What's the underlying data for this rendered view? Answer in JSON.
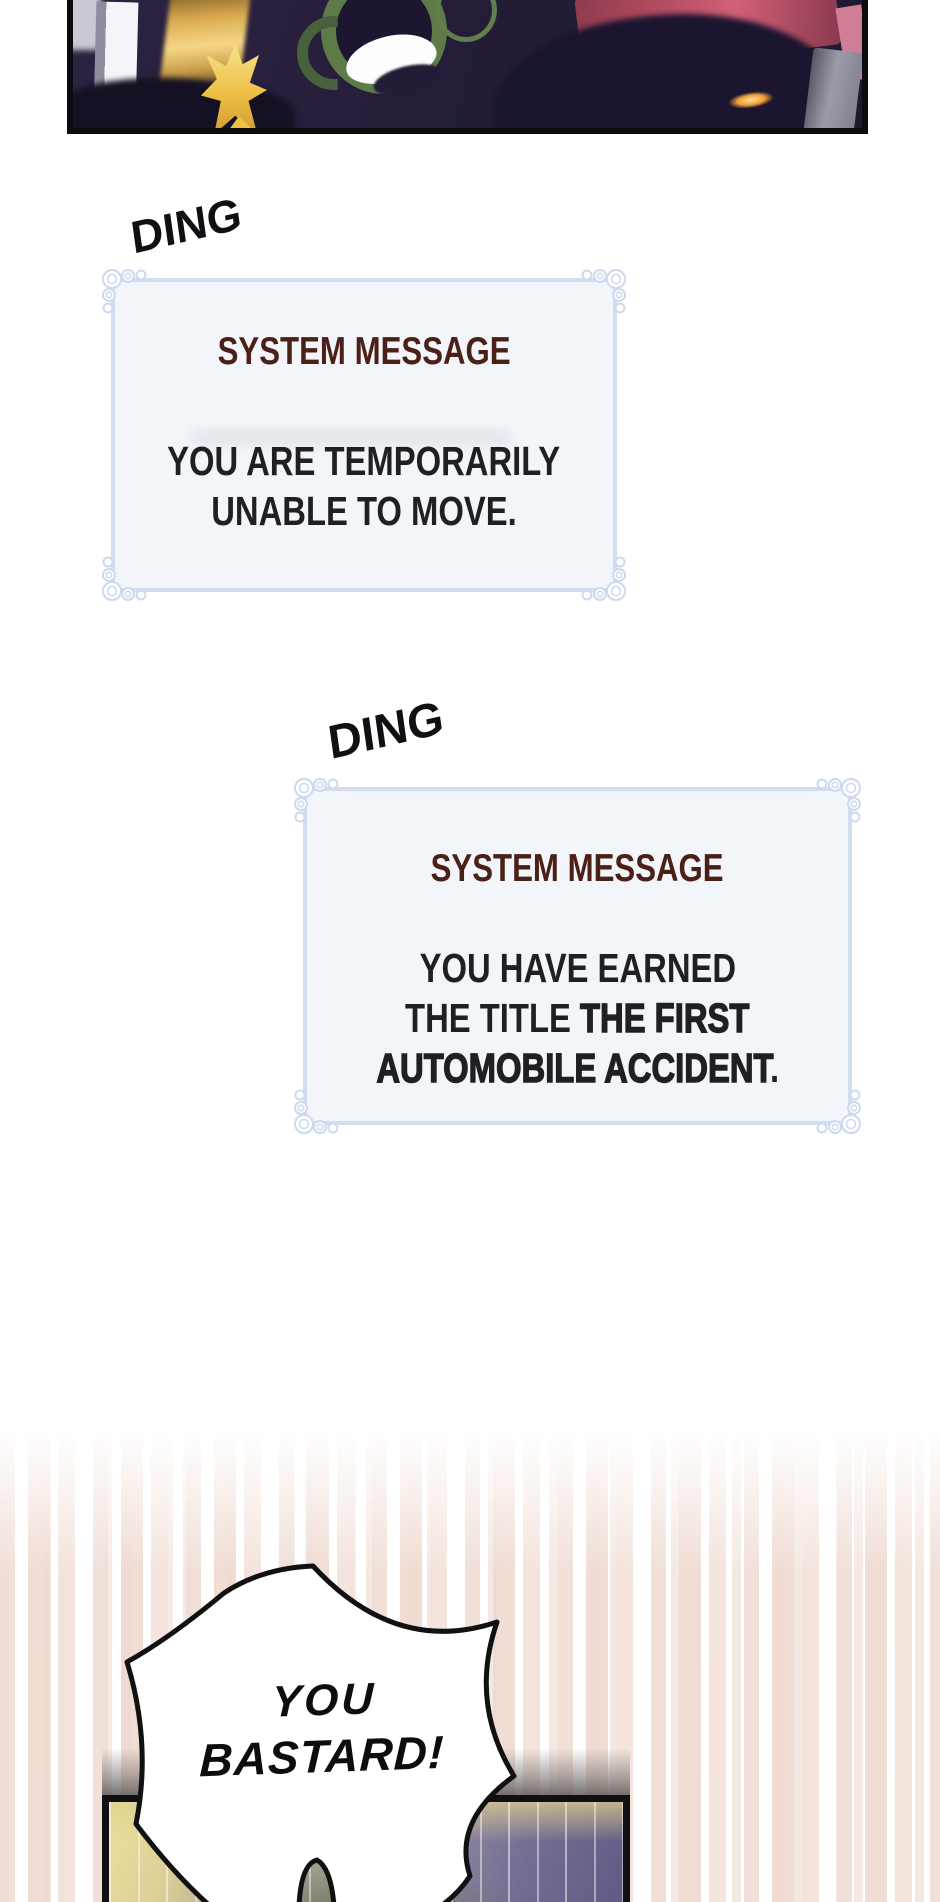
{
  "sfx": [
    {
      "text": "DING"
    },
    {
      "text": "DING"
    }
  ],
  "system_boxes": [
    {
      "title": "SYSTEM MESSAGE",
      "line1": "YOU ARE TEMPORARILY",
      "line2": "UNABLE TO MOVE."
    },
    {
      "title": "SYSTEM MESSAGE",
      "line1": "YOU HAVE EARNED",
      "line2_pre": "THE TITLE ",
      "line2_bold": "THE FIRST",
      "line3_bold": "AUTOMOBILE ACCIDENT",
      "line3_post": "."
    }
  ],
  "speech_bubble": {
    "line1": "YOU",
    "line2": "BASTARD!"
  },
  "colors": {
    "box_border": "#d2ddf0",
    "box_background": "#f2f5fa",
    "box_title_maroon": "#4b2016",
    "box_body_text": "#1f1f24",
    "corner_ornament": "#ccd9ee",
    "speed_line_pink": "#f0ded6",
    "panel_border_black": "#0c0c10",
    "panel_navy": "#251d38",
    "panel_gold": "#f6d788",
    "panel_green": "#5e7a49",
    "panel_red": "#b84e63",
    "bottom_panel_yellow": "#ecdf9e",
    "bottom_panel_purple": "#615a82",
    "bubble_fill": "#ffffff",
    "bubble_outline": "#111111"
  }
}
